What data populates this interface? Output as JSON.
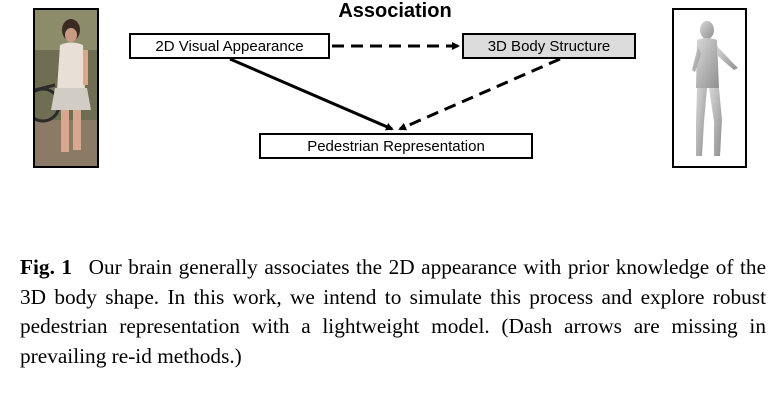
{
  "figure": {
    "association_label": "Association",
    "box_2d": "2D Visual Appearance",
    "box_3d": "3D Body Structure",
    "box_pedestrian": "Pedestrian Representation",
    "colors": {
      "box_3d_fill": "#dcdcdc",
      "border": "#000000",
      "photo_background": "#7c7a5c"
    },
    "left_image": "pedestrian-photo",
    "right_image": "3d-body-mesh"
  },
  "caption": {
    "label": "Fig. 1",
    "text": "Our brain generally associates the 2D appearance with prior knowledge of the 3D body shape. In this work, we intend to simulate this process and explore robust pedestrian representation with a lightweight model. (Dash arrows are missing in prevailing re-id methods.)"
  }
}
